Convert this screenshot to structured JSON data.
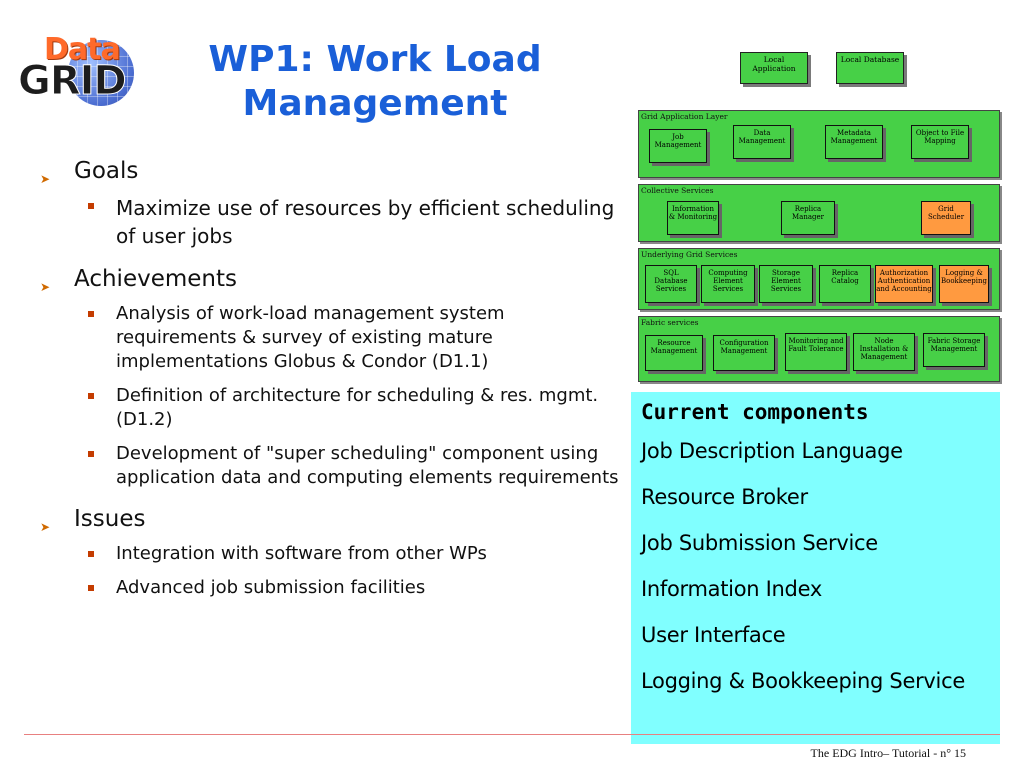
{
  "logo": {
    "top_text": "Data",
    "bottom_text": "GRID"
  },
  "title": "WP1: Work Load Management",
  "sections": [
    {
      "heading": "Goals",
      "items": [
        "Maximize use of resources by efficient scheduling of user jobs"
      ]
    },
    {
      "heading": "Achievements",
      "items": [
        "Analysis of work-load management system requirements & survey of existing mature implementations Globus & Condor (D1.1)",
        "Definition of architecture for scheduling & res. mgmt. (D1.2)",
        "Development of  \"super scheduling\" component using application data and computing elements requirements"
      ]
    },
    {
      "heading": "Issues",
      "items": [
        "Integration with software from other WPs",
        "Advanced job submission facilities"
      ]
    }
  ],
  "diagram": {
    "top_boxes": [
      "Local Application",
      "Local Database"
    ],
    "layers": [
      {
        "label": "Grid Application Layer",
        "components": [
          {
            "text": "Job Management",
            "color": "#47d047"
          },
          {
            "text": "Data Management",
            "color": "#47d047"
          },
          {
            "text": "Metadata Management",
            "color": "#47d047"
          },
          {
            "text": "Object to File Mapping",
            "color": "#47d047"
          }
        ]
      },
      {
        "label": "Collective Services",
        "components": [
          {
            "text": "Information & Monitoring",
            "color": "#47d047"
          },
          {
            "text": "Replica Manager",
            "color": "#47d047"
          },
          {
            "text": "Grid Scheduler",
            "color": "#ff9a40"
          }
        ]
      },
      {
        "label": "Underlying Grid Services",
        "components": [
          {
            "text": "SQL Database Services",
            "color": "#47d047"
          },
          {
            "text": "Computing Element Services",
            "color": "#47d047"
          },
          {
            "text": "Storage Element Services",
            "color": "#47d047"
          },
          {
            "text": "Replica Catalog",
            "color": "#47d047"
          },
          {
            "text": "Authorization Authentication and Accounting",
            "color": "#ff9a40"
          },
          {
            "text": "Logging & Bookkeeping",
            "color": "#ff9a40"
          }
        ]
      },
      {
        "label": "Fabric services",
        "components": [
          {
            "text": "Resource Management",
            "color": "#47d047"
          },
          {
            "text": "Configuration Management",
            "color": "#47d047"
          },
          {
            "text": "Monitoring and Fault Tolerance",
            "color": "#47d047"
          },
          {
            "text": "Node Installation & Management",
            "color": "#47d047"
          },
          {
            "text": "Fabric Storage Management",
            "color": "#47d047"
          }
        ]
      }
    ]
  },
  "panel": {
    "heading": "Current components",
    "items": [
      "Job Description Language",
      "Resource Broker",
      "Job Submission Service",
      "Information Index",
      "User Interface",
      "Logging & Bookkeeping Service"
    ]
  },
  "footer": "The EDG Intro– Tutorial - n° 15",
  "colors": {
    "title": "#1a5fd8",
    "panel_bg": "#80ffff",
    "box_green": "#47d047",
    "box_orange": "#ff9a40"
  }
}
